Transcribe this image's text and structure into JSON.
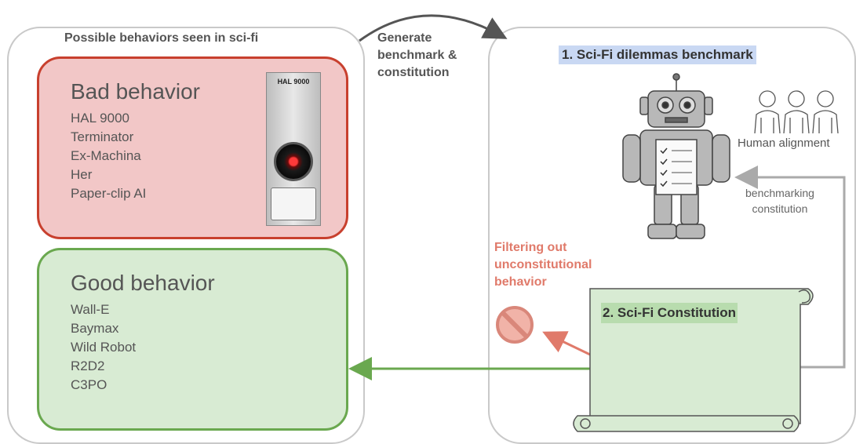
{
  "left_panel": {
    "title": "Possible behaviors seen in sci-fi",
    "bad": {
      "title": "Bad behavior",
      "items": [
        "HAL 9000",
        "Terminator",
        "Ex-Machina",
        "Her",
        "Paper-clip AI"
      ],
      "hal_label": "HAL 9000"
    },
    "good": {
      "title": "Good behavior",
      "items": [
        "Wall-E",
        "Baymax",
        "Wild Robot",
        "R2D2",
        "C3PO"
      ]
    }
  },
  "arrow_label": {
    "line1": "Generate",
    "line2": "benchmark &",
    "line3": "constitution"
  },
  "right_panel": {
    "title": "1. Sci-Fi dilemmas benchmark",
    "human_alignment": "Human alignment",
    "benchmarking": {
      "line1": "benchmarking",
      "line2": "constitution"
    },
    "filter": {
      "line1": "Filtering out",
      "line2": "unconstitutional",
      "line3": "behavior"
    },
    "constitution_title": "2. Sci-Fi Constitution"
  },
  "colors": {
    "bad_fill": "#f2c7c7",
    "bad_border": "#c8402e",
    "good_fill": "#d8ebd3",
    "good_border": "#6aa84f",
    "benchmark_highlight": "#c9d8f3",
    "constitution_highlight": "#b8dcae",
    "filter_text": "#e07a6a"
  },
  "icons": [
    "hal-9000-icon",
    "robot-icon",
    "human-figures-icon",
    "scroll-icon",
    "prohibition-icon"
  ]
}
